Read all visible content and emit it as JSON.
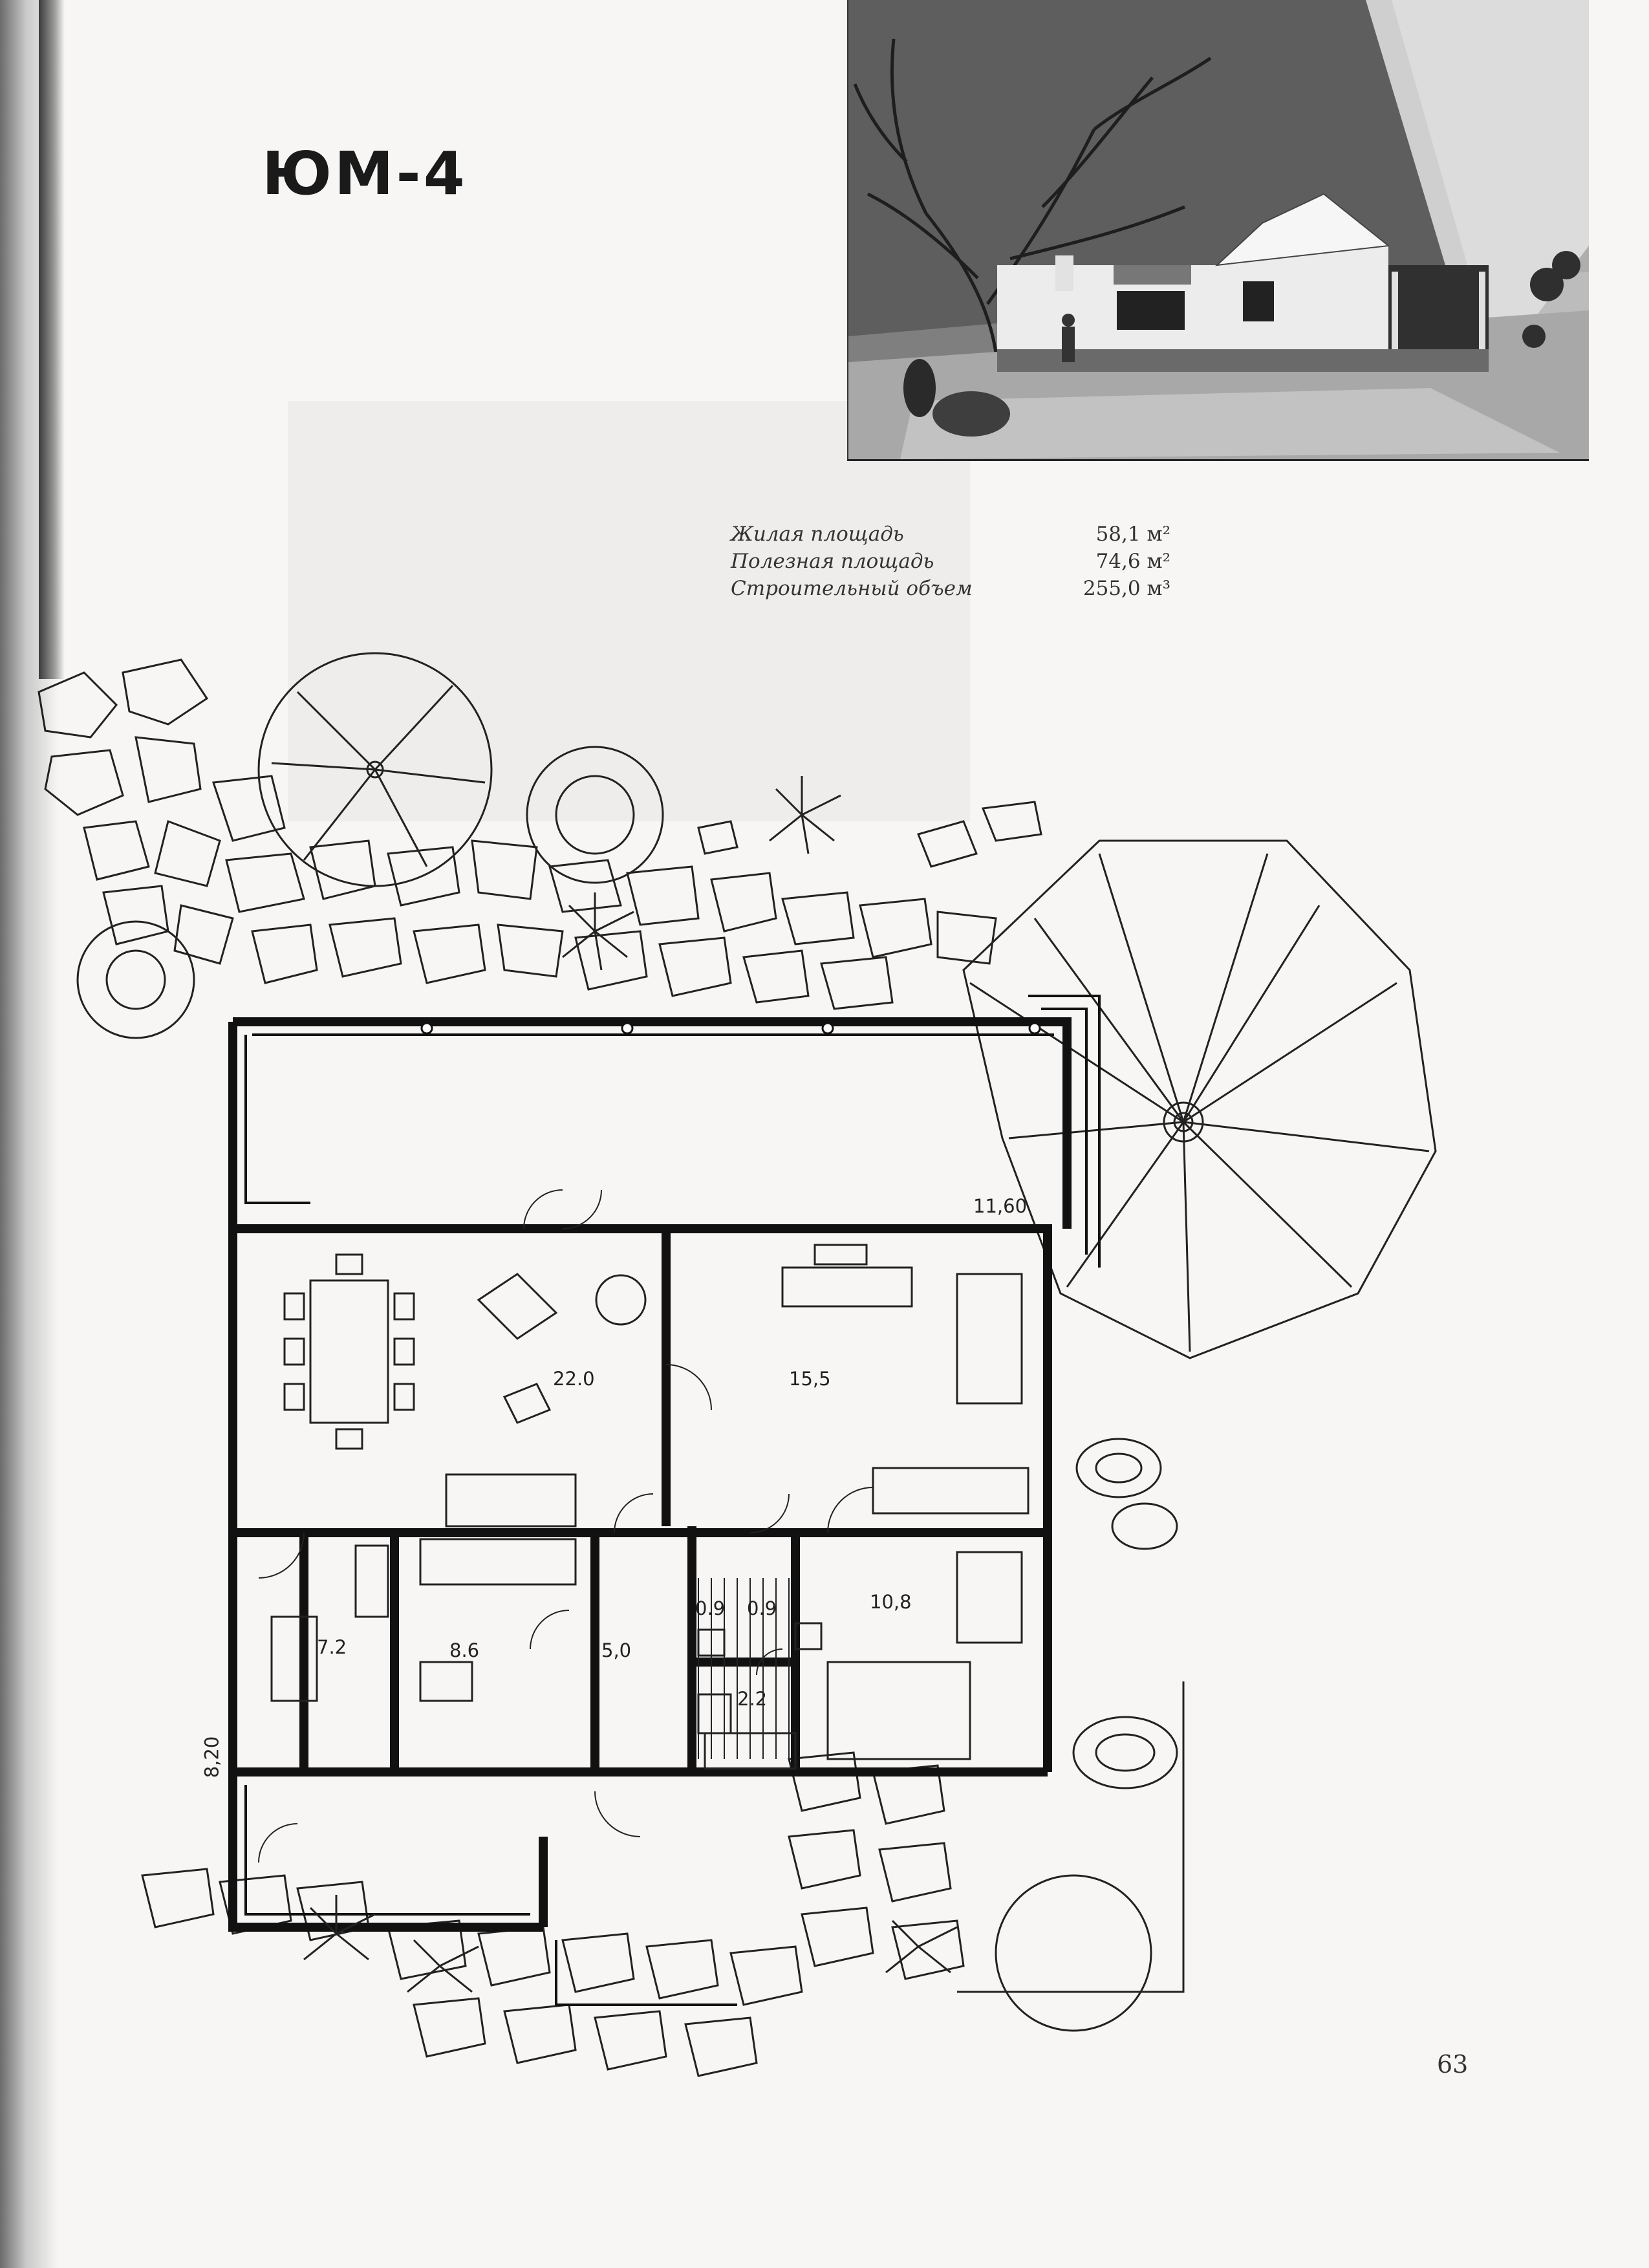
{
  "header": {
    "title": "ЮМ-4"
  },
  "stats": [
    {
      "label": "Жилая площадь",
      "value": "58,1 м²"
    },
    {
      "label": "Полезная площадь",
      "value": "74,6 м²"
    },
    {
      "label": "Строительный объем",
      "value": "255,0 м³"
    }
  ],
  "plan": {
    "dimensions": {
      "width": "11,60",
      "depth": "8,20"
    },
    "rooms": {
      "living": "22.0",
      "bedroom_large": "15,5",
      "bedroom_small": "10,8",
      "kitchen": "7.2",
      "study": "8.6",
      "hall": "5,0",
      "wc_1": "0.9",
      "wc_2": "0.9",
      "bath": "2.2"
    }
  },
  "footer": {
    "page_number": "63"
  }
}
